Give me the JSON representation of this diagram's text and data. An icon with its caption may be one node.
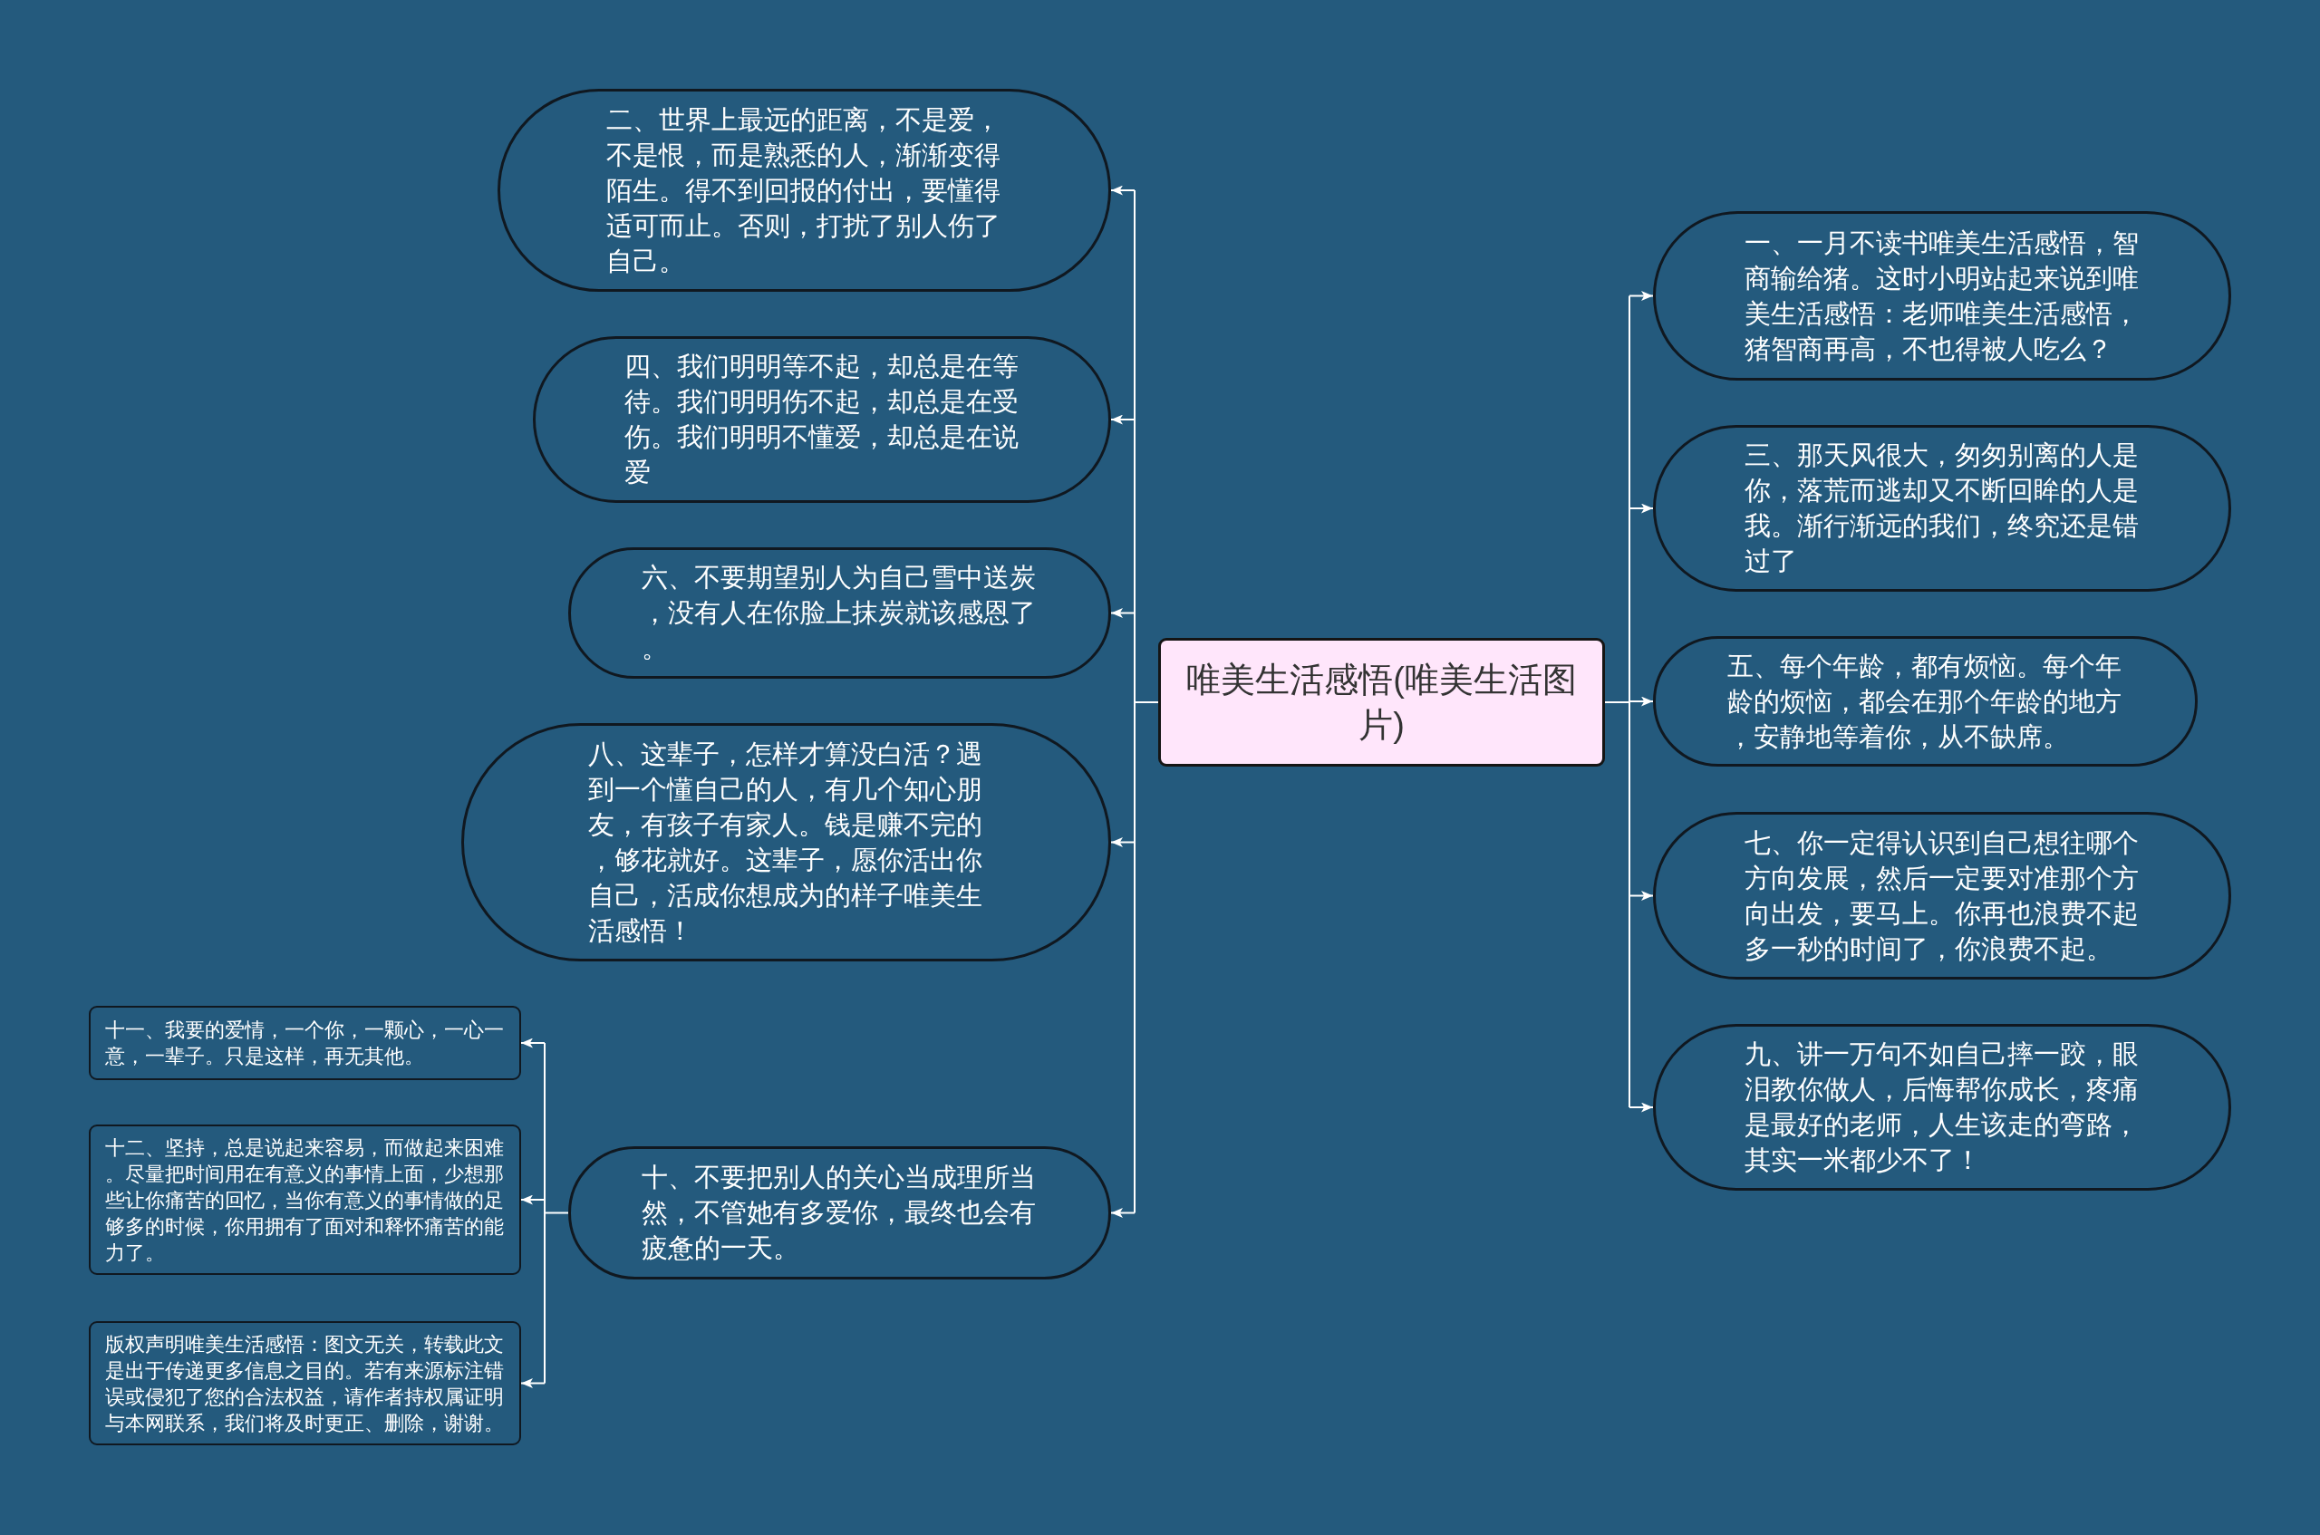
{
  "diagram": {
    "nodes": [
      {
        "text": [
          "唯美生活感悟(唯美生活图片)"
        ]
      },
      {
        "text": [
          "一、一月不读书唯美生活感悟，智商输给猪。这时小明站起来说到唯美生活感悟：老师唯美生活感悟，猪智商再高，不也得被人吃么？"
        ]
      },
      {
        "text": [
          "二、世界上最远的距离，不是爱，不是恨，而是熟悉的人，渐渐变得陌生。得不到回报的付出，要懂得适可而止。否则，打扰了别人伤了自己。"
        ]
      },
      {
        "text": [
          "三、那天风很大，匆匆别离的人是你，落荒而逃却又不断回眸的人是我。渐行渐远的我们，终究还是错过了"
        ]
      },
      {
        "text": [
          "四、我们明明等不起，却总是在等待。我们明明伤不起，却总是在受伤。我们明明不懂爱，却总是在说爱"
        ]
      },
      {
        "text": [
          "五、每个年龄，都有烦恼。每个年龄的烦恼，都会在那个年龄的地方，安静地等着你，从不缺席。"
        ]
      },
      {
        "text": [
          "六、不要期望别人为自己雪中送炭，没有人在你脸上抹炭就该感恩了。"
        ]
      },
      {
        "text": [
          "七、你一定得认识到自己想往哪个方向发展，然后一定要对准那个方向出发，要马上。你再也浪费不起多一秒的时间了，你浪费不起。"
        ]
      },
      {
        "text": [
          "八、这辈子，怎样才算没白活？遇到一个懂自己的人，有几个知心朋友，有孩子有家人。钱是赚不完的，够花就好。这辈子，愿你活出你自己，活成你想成为的样子唯美生活感悟！"
        ]
      },
      {
        "text": [
          "九、讲一万句不如自己摔一跤，眼泪教你做人，后悔帮你成长，疼痛是最好的老师，人生该走的弯路，其实一米都少不了！"
        ]
      },
      {
        "text": [
          "十、不要把别人的关心当成理所当然，不管她有多爱你，最终也会有疲惫的一天。"
        ]
      },
      {
        "text": [
          "十一、我要的爱情，一个你，一颗心，一心一意，一辈子。只是这样，再无其他。"
        ]
      },
      {
        "text": [
          "十二、坚持，总是说起来容易，而做起来困难。尽量把时间用在有意义的事情上面，少想那些让你痛苦的回忆，当你有意义的事情做的足够多的时候，你用拥有了面对和释怀痛苦的能力了。"
        ]
      },
      {
        "text": [
          "版权声明唯美生活感悟：图文无关，转载此文是出于传递更多信息之目的。若有来源标注错误或侵犯了您的合法权益，请作者持权属证明与本网联系，我们将及时更正、删除，谢谢。"
        ]
      }
    ],
    "edges": [
      {
        "from": 0,
        "to": 1,
        "arrow": "to"
      },
      {
        "from": 0,
        "to": 2,
        "arrow": "to"
      },
      {
        "from": 0,
        "to": 3,
        "arrow": "to"
      },
      {
        "from": 0,
        "to": 4,
        "arrow": "to"
      },
      {
        "from": 0,
        "to": 5,
        "arrow": "to"
      },
      {
        "from": 0,
        "to": 6,
        "arrow": "to"
      },
      {
        "from": 0,
        "to": 7,
        "arrow": "to"
      },
      {
        "from": 0,
        "to": 8,
        "arrow": "to"
      },
      {
        "from": 0,
        "to": 9,
        "arrow": "to"
      },
      {
        "from": 0,
        "to": 10,
        "arrow": "to"
      },
      {
        "from": 10,
        "to": 11,
        "arrow": "to"
      },
      {
        "from": 10,
        "to": 12,
        "arrow": "to"
      },
      {
        "from": 10,
        "to": 13,
        "arrow": "to"
      }
    ]
  }
}
